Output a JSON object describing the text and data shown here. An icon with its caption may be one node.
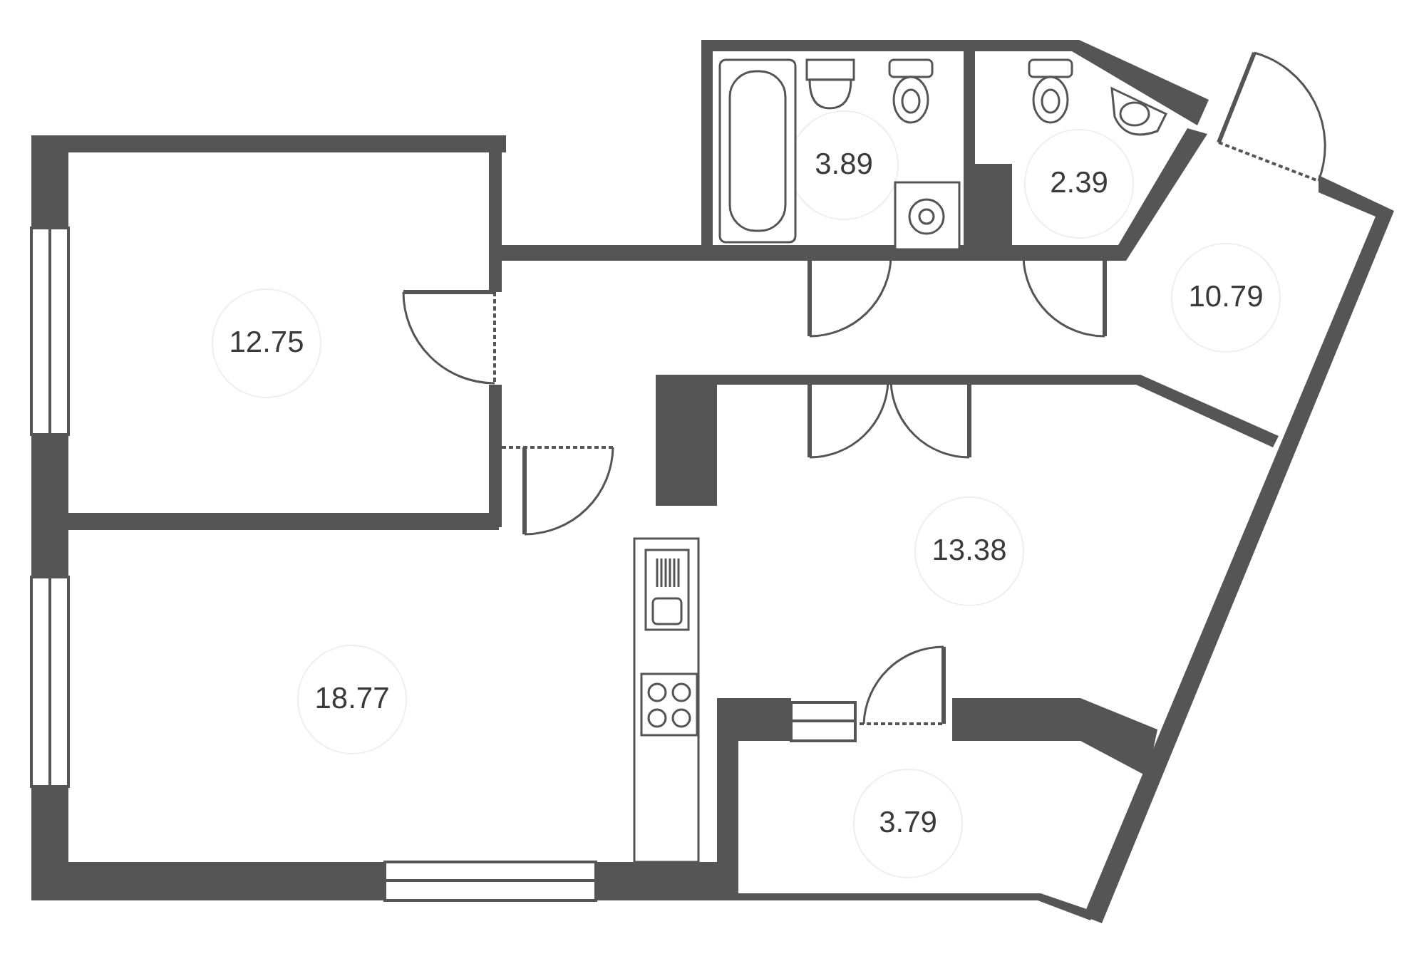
{
  "diagram": {
    "labels": [
      "12.75",
      "3.89",
      "2.39",
      "10.79",
      "13.38",
      "18.77",
      "3.79"
    ]
  }
}
